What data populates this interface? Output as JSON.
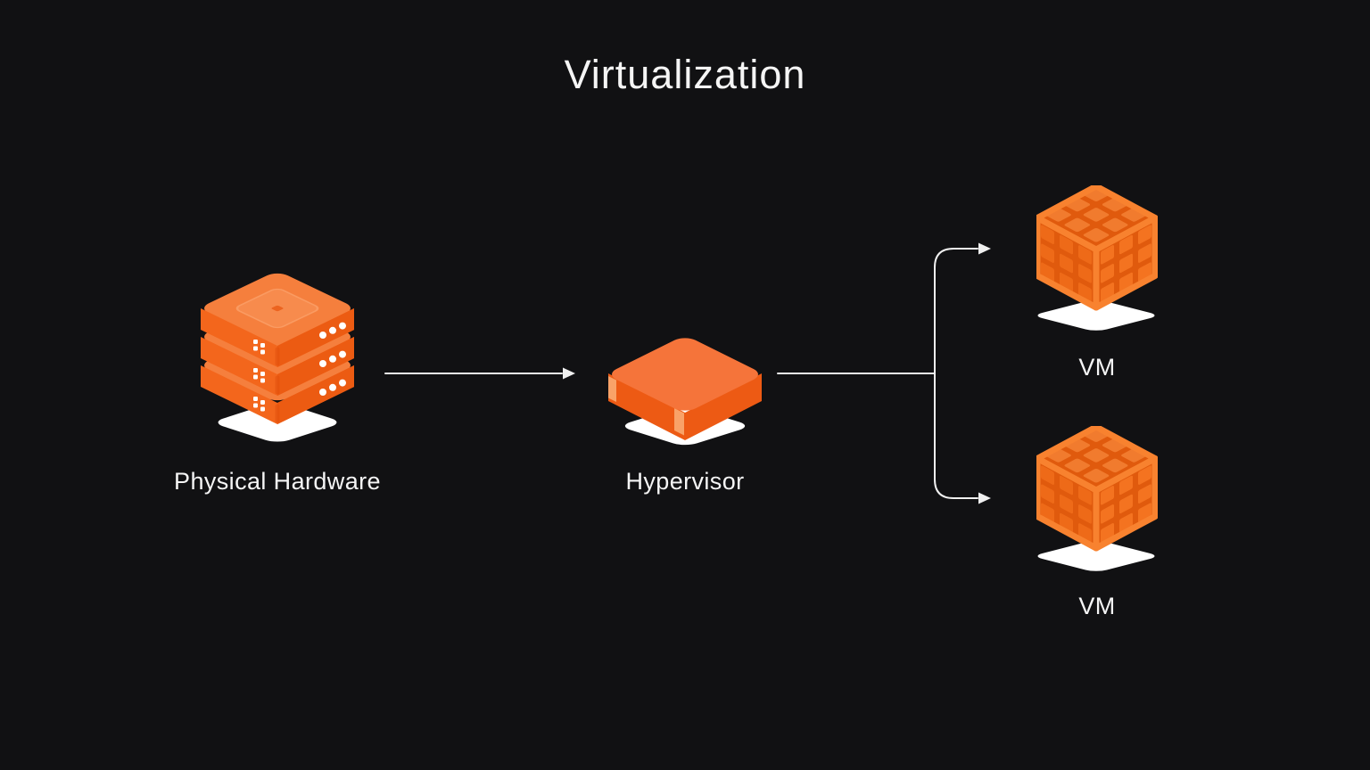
{
  "title": "Virtualization",
  "nodes": [
    {
      "id": "physical-hardware",
      "label": "Physical Hardware",
      "icon": "server-stack-icon"
    },
    {
      "id": "hypervisor",
      "label": "Hypervisor",
      "icon": "hypervisor-layer-icon"
    },
    {
      "id": "vm-top",
      "label": "VM",
      "icon": "vm-cube-icon"
    },
    {
      "id": "vm-bottom",
      "label": "VM",
      "icon": "vm-cube-icon"
    }
  ],
  "connections": [
    {
      "from": "physical-hardware",
      "to": "hypervisor",
      "style": "straight-arrow"
    },
    {
      "from": "hypervisor",
      "to": "vm-top",
      "style": "branch-curve-arrow"
    },
    {
      "from": "hypervisor",
      "to": "vm-bottom",
      "style": "branch-curve-arrow"
    }
  ],
  "colors": {
    "background": "#111113",
    "text": "#F5F5F5",
    "connector": "#F0F0F0",
    "orange-primary": "#F3661C",
    "orange-light": "#F57F3D",
    "orange-dark": "#EC5B12",
    "orange-highlight": "#F9A268",
    "shadow-white": "#FFFFFF"
  }
}
